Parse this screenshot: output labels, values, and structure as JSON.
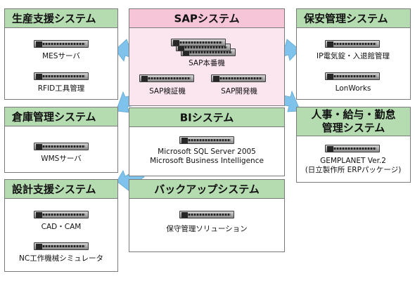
{
  "colors": {
    "header_green": "#b5dcb0",
    "header_pink": "#f6c5d7",
    "sap_body": "#fbe6ef",
    "arrow": "#7fc3ec"
  },
  "boxes": {
    "production": {
      "title": "生産支援システム",
      "labels": [
        "MESサーバ",
        "RFID工具管理"
      ]
    },
    "sap": {
      "title": "SAPシステム",
      "labels": [
        "SAP本番機",
        "SAP検証機",
        "SAP開発機"
      ]
    },
    "maintenance": {
      "title": "保安管理システム",
      "labels": [
        "IP電気錠・入退館管理",
        "LonWorks"
      ]
    },
    "warehouse": {
      "title": "倉庫管理システム",
      "labels": [
        "WMSサーバ"
      ]
    },
    "bi": {
      "title": "BIシステム",
      "labels": [
        "Microsoft SQL Server 2005",
        "Microsoft Business Intelligence"
      ]
    },
    "hr": {
      "title_line1": "人事・給与・勤怠",
      "title_line2": "管理システム",
      "labels": [
        "GEMPLANET Ver.2",
        "(日立製作所 ERPパッケージ)"
      ]
    },
    "design": {
      "title": "設計支援システム",
      "labels": [
        "CAD・CAM",
        "NC工作機械シミュレータ"
      ]
    },
    "backup": {
      "title": "バックアップシステム",
      "labels": [
        "保守管理ソリューション"
      ]
    }
  }
}
